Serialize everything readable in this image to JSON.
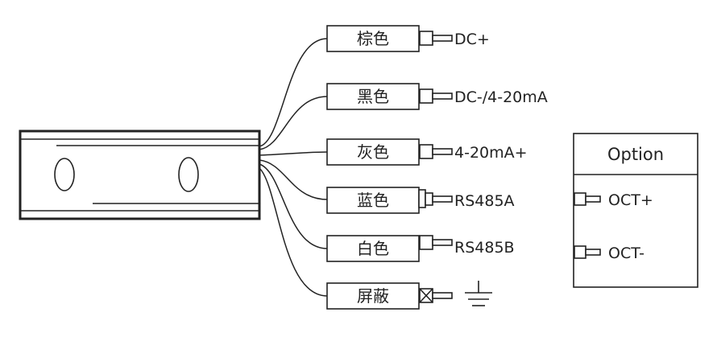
{
  "wires": [
    {
      "color": "棕色",
      "signal": "DC+"
    },
    {
      "color": "黑色",
      "signal": "DC-/4-20mA"
    },
    {
      "color": "灰色",
      "signal": "4-20mA+"
    },
    {
      "color": "蓝色",
      "signal": "RS485A"
    },
    {
      "color": "白色",
      "signal": "RS485B"
    },
    {
      "color": "屏蔽",
      "icon": "ground-icon"
    }
  ],
  "option": {
    "title": "Option",
    "items": [
      "OCT+",
      "OCT-"
    ]
  },
  "icons": {
    "connector": "connector-pin-icon",
    "shield_connector": "shield-connector-icon",
    "ground": "ground-icon"
  },
  "colors": {
    "line": "#222222",
    "background": "#ffffff"
  }
}
